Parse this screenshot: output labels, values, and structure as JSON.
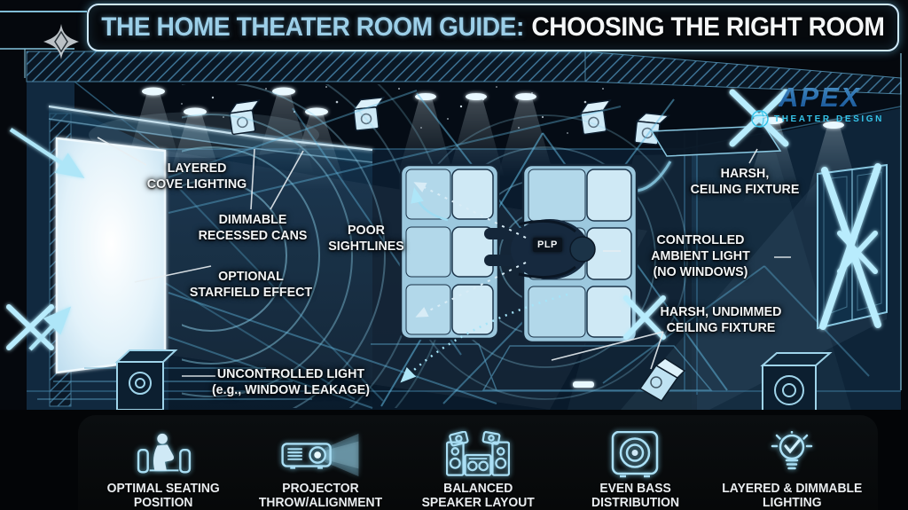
{
  "title": {
    "part1": "THE HOME THEATER ROOM GUIDE:",
    "part2": "CHOOSING THE RIGHT ROOM"
  },
  "logo": {
    "name": "APEX",
    "subtitle": "THEATER DESIGN"
  },
  "diagram": {
    "plp": "PLP",
    "labels": [
      {
        "id": "layered-cove-lighting",
        "text": "LAYERED\nCOVE LIGHTING"
      },
      {
        "id": "dimmable-recessed-cans",
        "text": "DIMMABLE\nRECESSED CANS"
      },
      {
        "id": "optional-starfield",
        "text": "OPTIONAL\nSTARFIELD EFFECT"
      },
      {
        "id": "poor-sightlines",
        "text": "POOR\nSIGHTLINES"
      },
      {
        "id": "harsh-ceiling-fixture",
        "text": "HARSH,\nCEILING FIXTURE"
      },
      {
        "id": "controlled-ambient-light",
        "text": "CONTROLLED\nAMBIENT LIGHT\n(NO WINDOWS)"
      },
      {
        "id": "harsh-undimmed-fixture",
        "text": "HARSH, UNDIMMED\nCEILING FIXTURE"
      },
      {
        "id": "uncontrolled-light",
        "text": "UNCONTROLLED LIGHT\n(e.g., WINDOW LEAKAGE)"
      }
    ]
  },
  "legend": {
    "items": [
      {
        "icon": "seated-person-icon",
        "label": "OPTIMAL SEATING\nPOSITION"
      },
      {
        "icon": "projector-icon",
        "label": "PROJECTOR\nTHROW/ALIGNMENT"
      },
      {
        "icon": "speaker-stack-icon",
        "label": "BALANCED\nSPEAKER LAYOUT"
      },
      {
        "icon": "subwoofer-icon",
        "label": "EVEN BASS\nDISTRIBUTION"
      },
      {
        "icon": "bulb-check-icon",
        "label": "LAYERED & DIMMABLE\nLIGHTING"
      }
    ]
  },
  "colors": {
    "background": "#05080d",
    "accent_cyan": "#9fdcf2",
    "title_highlight": "#9ccfe8",
    "text_white": "#f2f5f7",
    "logo_blue": "#3d95dd",
    "sofa_fill": "#b5d9ea",
    "cross_out": "#b8ecfd"
  }
}
